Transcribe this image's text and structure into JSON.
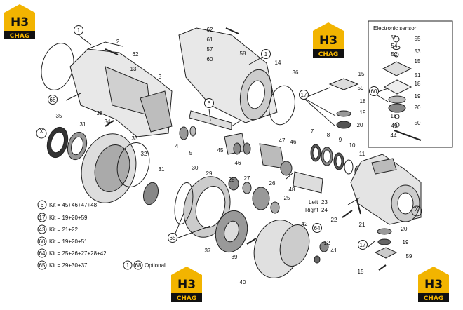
{
  "diagram": {
    "panel_title": "Electronic sensor",
    "logo": {
      "main": "H3",
      "sub": "CHAG"
    },
    "kits": [
      {
        "num": "6",
        "text": "Kit = 45+46+47+48"
      },
      {
        "num": "17",
        "text": "Kit = 19+20+59"
      },
      {
        "num": "43",
        "text": "Kit = 21+22"
      },
      {
        "num": "60",
        "text": "Kit = 19+20+51"
      },
      {
        "num": "64",
        "text": "Kit = 25+26+27+28+42"
      },
      {
        "num": "65",
        "text": "Kit = 29+30+37"
      }
    ],
    "optional": {
      "a": "1",
      "b": "68",
      "text": "Optional"
    },
    "side_labels": {
      "left_label": "Left",
      "left_num": "23",
      "right_label": "Right",
      "right_num": "24"
    },
    "callouts": [
      "1",
      "2",
      "62",
      "13",
      "3",
      "68",
      "38",
      "35",
      "X",
      "31",
      "34",
      "33",
      "32",
      "31",
      "6",
      "4",
      "5",
      "30",
      "29",
      "65",
      "37",
      "62",
      "61",
      "57",
      "60",
      "58",
      "1",
      "14",
      "36",
      "45",
      "46",
      "47",
      "46",
      "7",
      "8",
      "9",
      "10",
      "11",
      "48",
      "28",
      "27",
      "26",
      "25",
      "39",
      "40",
      "42",
      "64",
      "12",
      "41",
      "17",
      "15",
      "59",
      "18",
      "19",
      "20",
      "56",
      "55",
      "54",
      "53",
      "52",
      "15",
      "51",
      "18",
      "60",
      "19",
      "20",
      "16",
      "50",
      "49",
      "44",
      "22",
      "21",
      "X",
      "20",
      "17",
      "19",
      "59",
      "15"
    ]
  }
}
